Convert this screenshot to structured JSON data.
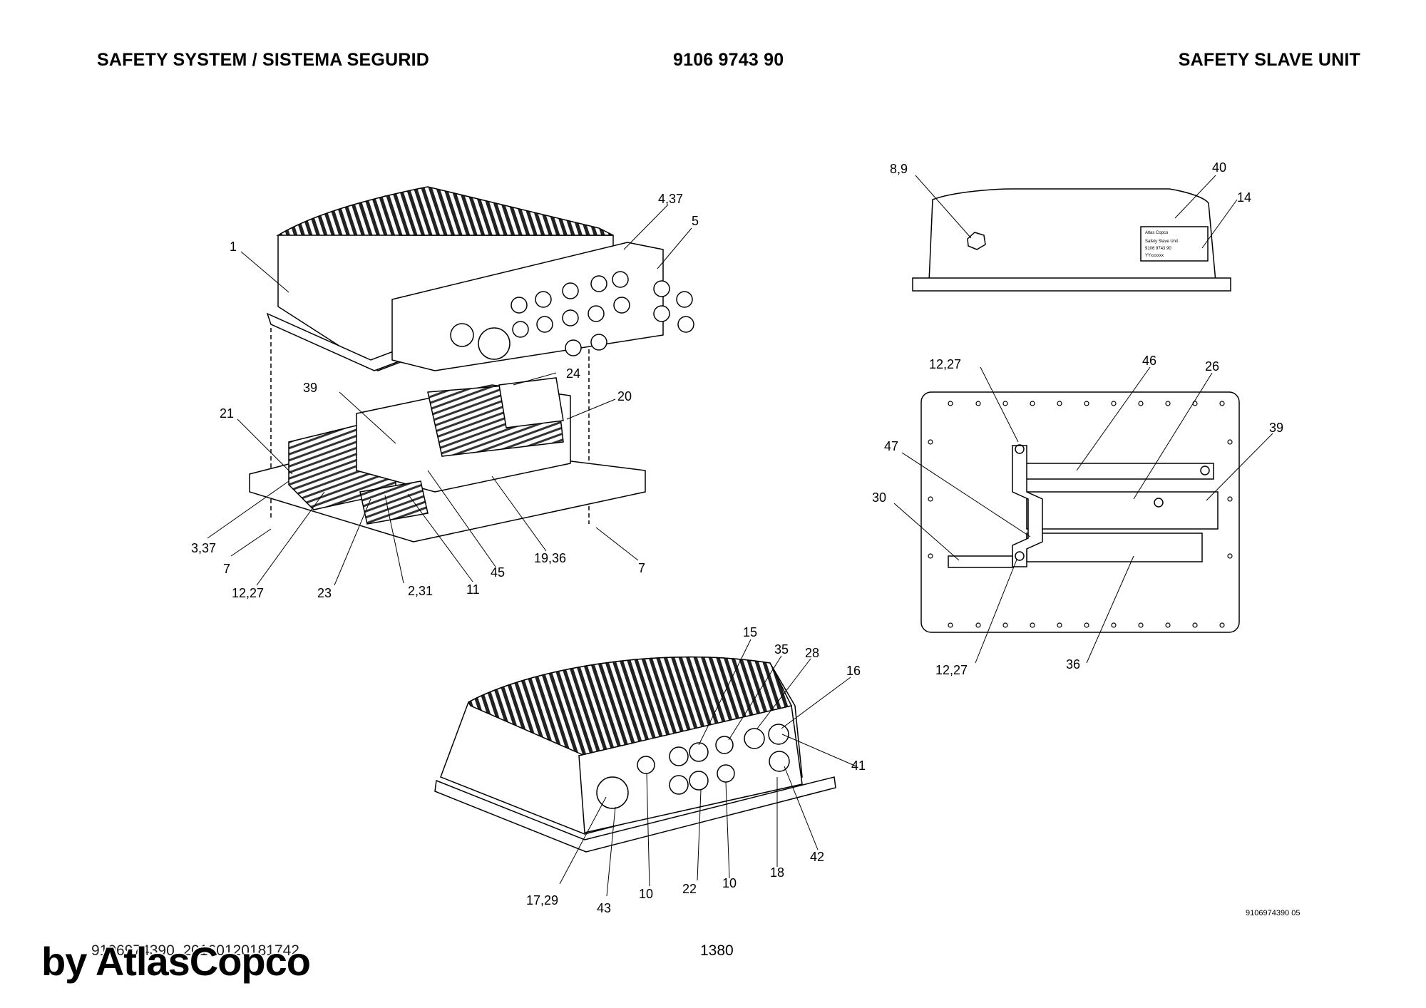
{
  "header": {
    "left": "SAFETY SYSTEM / SISTEMA SEGURID",
    "center": "9106 9743 90",
    "right": "SAFETY SLAVE UNIT"
  },
  "callouts": {
    "c_1": "1",
    "c_4_37": "4,37",
    "c_5": "5",
    "c_24": "24",
    "c_39a": "39",
    "c_20": "20",
    "c_21": "21",
    "c_3_37": "3,37",
    "c_7a": "7",
    "c_12_27a": "12,27",
    "c_23": "23",
    "c_2_31": "2,31",
    "c_11": "11",
    "c_45": "45",
    "c_19_36": "19,36",
    "c_7b": "7",
    "c_8_9": "8,9",
    "c_40": "40",
    "c_14": "14",
    "c_12_27b": "12,27",
    "c_46": "46",
    "c_26": "26",
    "c_39b": "39",
    "c_47": "47",
    "c_30": "30",
    "c_12_27c": "12,27",
    "c_36": "36",
    "c_15": "15",
    "c_35": "35",
    "c_28": "28",
    "c_16": "16",
    "c_41": "41",
    "c_42": "42",
    "c_18": "18",
    "c_10a": "10",
    "c_10b": "10",
    "c_22": "22",
    "c_17_29": "17,29",
    "c_43": "43"
  },
  "label_plate": {
    "brand": "Atlas Copco",
    "line1": "Safety Slave Unit",
    "line2": "9106 9743 90",
    "line3": "YYxxxxxx"
  },
  "footer": {
    "doc": "9106974390_20160120181742",
    "page": "1380",
    "ref": "9106974390 05"
  },
  "brand": "by AtlasCopco"
}
